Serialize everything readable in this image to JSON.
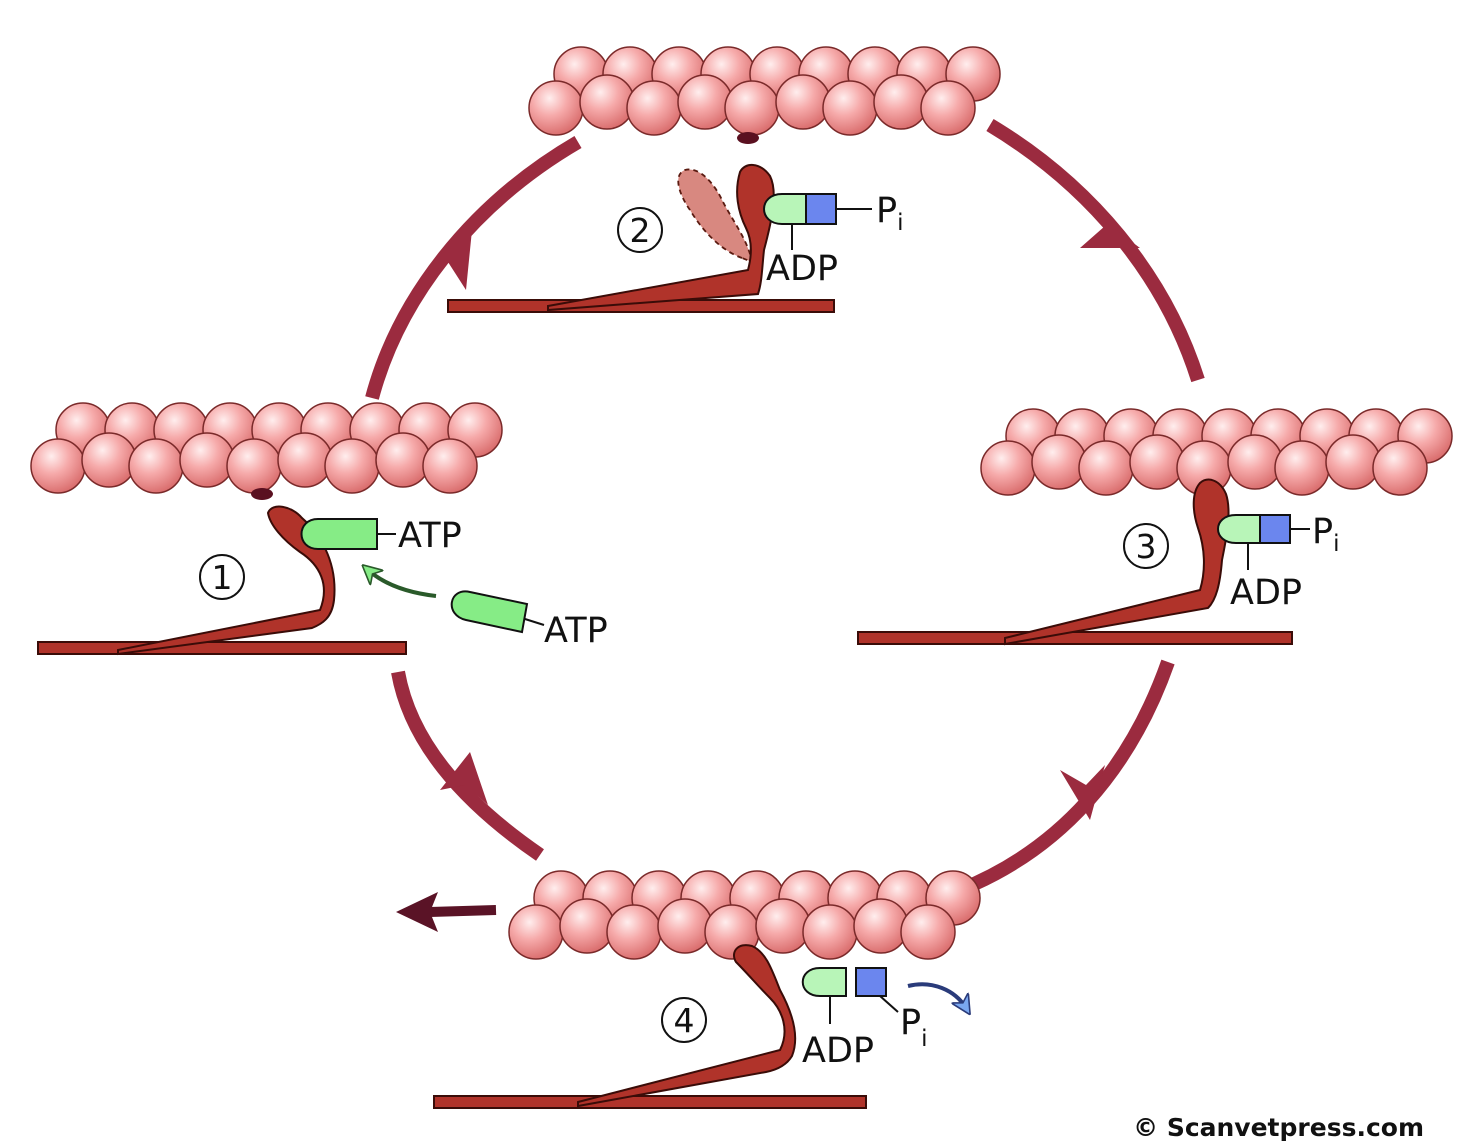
{
  "stages": [
    {
      "number": "1",
      "atp_bound_label": "ATP",
      "atp_free_label": "ATP"
    },
    {
      "number": "2",
      "adp_label": "ADP",
      "pi_label": "P",
      "pi_sub": "i"
    },
    {
      "number": "3",
      "adp_label": "ADP",
      "pi_label": "P",
      "pi_sub": "i"
    },
    {
      "number": "4",
      "adp_label": "ADP",
      "pi_label": "P",
      "pi_sub": "i"
    }
  ],
  "copyright": "© Scanvetpress.com",
  "colors": {
    "actin_bead": "#f4a4a4",
    "myosin": "#b0332a",
    "cycle_arrow": "#9b2b3f",
    "nucleotide": "#86ec86",
    "phosphate": "#6b86ee",
    "movement_arrow": "#5a1326",
    "release_arrow": "#7aa7f0"
  }
}
